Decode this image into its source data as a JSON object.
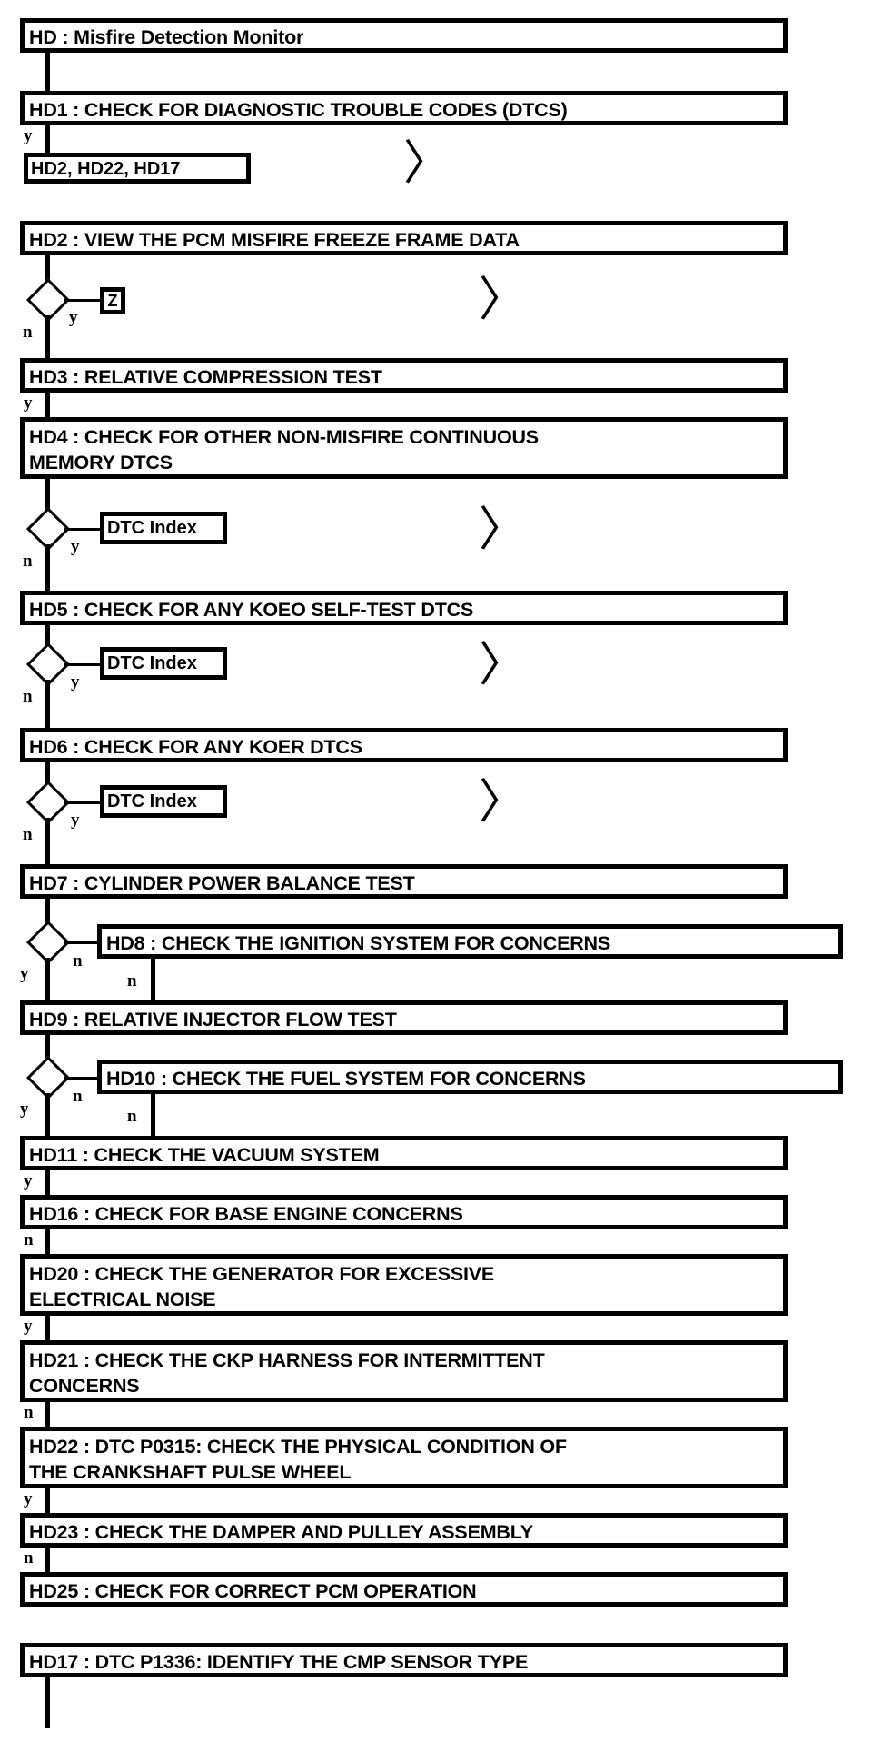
{
  "diagram": {
    "title": "HD : Misfire Detection Monitor",
    "type": "flowchart",
    "orientation": "vertical",
    "nodes": [
      {
        "id": "HD",
        "label": "HD : Misfire Detection Monitor"
      },
      {
        "id": "HD1",
        "label": "HD1 : CHECK FOR DIAGNOSTIC TROUBLE CODES (DTCS)"
      },
      {
        "id": "ref1",
        "label": "HD2, HD22, HD17"
      },
      {
        "id": "HD2",
        "label": "HD2 : VIEW THE PCM MISFIRE FREEZE FRAME DATA"
      },
      {
        "id": "Z",
        "label": "Z"
      },
      {
        "id": "HD3",
        "label": "HD3 : RELATIVE COMPRESSION TEST"
      },
      {
        "id": "HD4",
        "label": "HD4 : CHECK FOR OTHER NON-MISFIRE CONTINUOUS\nMEMORY DTCS"
      },
      {
        "id": "dtc1",
        "label": "DTC Index"
      },
      {
        "id": "HD5",
        "label": "HD5 : CHECK FOR ANY KOEO SELF-TEST DTCS"
      },
      {
        "id": "dtc2",
        "label": "DTC Index"
      },
      {
        "id": "HD6",
        "label": "HD6 : CHECK FOR ANY KOER DTCS"
      },
      {
        "id": "dtc3",
        "label": "DTC Index"
      },
      {
        "id": "HD7",
        "label": "HD7 : CYLINDER POWER BALANCE TEST"
      },
      {
        "id": "HD8",
        "label": "HD8 : CHECK THE IGNITION SYSTEM FOR CONCERNS"
      },
      {
        "id": "HD9",
        "label": "HD9 : RELATIVE INJECTOR FLOW TEST"
      },
      {
        "id": "HD10",
        "label": "HD10 : CHECK THE FUEL SYSTEM FOR CONCERNS"
      },
      {
        "id": "HD11",
        "label": "HD11 : CHECK THE VACUUM SYSTEM"
      },
      {
        "id": "HD16",
        "label": "HD16 : CHECK FOR BASE ENGINE CONCERNS"
      },
      {
        "id": "HD20",
        "label": "HD20 : CHECK THE GENERATOR FOR EXCESSIVE\nELECTRICAL NOISE"
      },
      {
        "id": "HD21",
        "label": "HD21 : CHECK THE CKP HARNESS FOR INTERMITTENT\nCONCERNS"
      },
      {
        "id": "HD22",
        "label": "HD22 : DTC P0315: CHECK THE PHYSICAL CONDITION OF\nTHE CRANKSHAFT PULSE WHEEL"
      },
      {
        "id": "HD23",
        "label": "HD23 : CHECK THE DAMPER AND PULLEY ASSEMBLY"
      },
      {
        "id": "HD25",
        "label": "HD25 : CHECK FOR CORRECT PCM OPERATION"
      },
      {
        "id": "HD17",
        "label": "HD17 : DTC P1336: IDENTIFY THE CMP SENSOR TYPE"
      }
    ],
    "edge_labels": {
      "hd1_yes": "y",
      "d1_no": "n",
      "d1_yes": "y",
      "hd3_yes": "y",
      "d2_no": "n",
      "d2_yes": "y",
      "d3_no": "n",
      "d3_yes": "y",
      "d4_no": "n",
      "d4_yes": "y",
      "d5_yes": "y",
      "d5_no": "n",
      "hd8_no": "n",
      "d6_yes": "y",
      "d6_no": "n",
      "hd10_no": "n",
      "hd11_yes": "y",
      "hd16_no": "n",
      "hd20_yes": "y",
      "hd21_no": "n",
      "hd22_yes": "y",
      "hd23_no": "n"
    },
    "connector_glyphs": {
      "chevron": "〉",
      "chevron_count": 5
    },
    "colors": {
      "stroke": "#000000",
      "background": "#ffffff",
      "text": "#000000"
    }
  }
}
